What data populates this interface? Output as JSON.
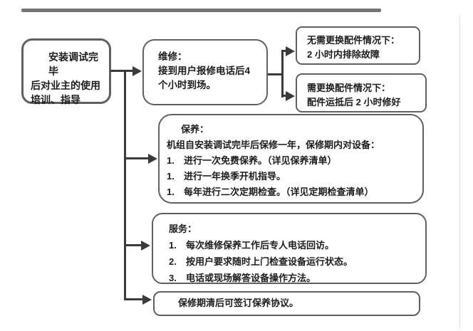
{
  "flowchart": {
    "start_box": {
      "line1": "安装调试完毕",
      "line2": "后对业主的使用",
      "line3": "培训、指导"
    },
    "repair_box": {
      "title": "维修：",
      "line1": "接到用户报修电话后4",
      "line2": "个小时到场。"
    },
    "no_parts_box": {
      "line1": "无需更换配件情况下：",
      "line2": "2 小时内排除故障"
    },
    "parts_box": {
      "line1": "需更换配件情况下：",
      "line2": "配件运抵后 2 小时修好"
    },
    "maintenance_box": {
      "title": "保养：",
      "intro": "机组自安装调试完毕后保修一年，保修期内对设备：",
      "items": [
        {
          "num": "1.",
          "text": "进行一次免费保养。（详见保养清单）"
        },
        {
          "num": "1.",
          "text": "进行一年换季开机指导。"
        },
        {
          "num": "1.",
          "text": "每年进行二次定期检查。（详见定期检查清单）"
        }
      ]
    },
    "service_box": {
      "title": "服务：",
      "items": [
        {
          "num": "1.",
          "text": "每次维修保养工作后专人电话回访。"
        },
        {
          "num": "2.",
          "text": "按用户要求随时上门检查设备运行状态。"
        },
        {
          "num": "3.",
          "text": "电话或现场解答设备操作方法。"
        }
      ]
    },
    "agreement_box": {
      "text": "保修期清后可签订保养协议。"
    },
    "colors": {
      "connector": "#3a3a3a",
      "box_border": "#606060",
      "text": "#1c1c1c",
      "top_bar": "#5a5a5a"
    }
  }
}
